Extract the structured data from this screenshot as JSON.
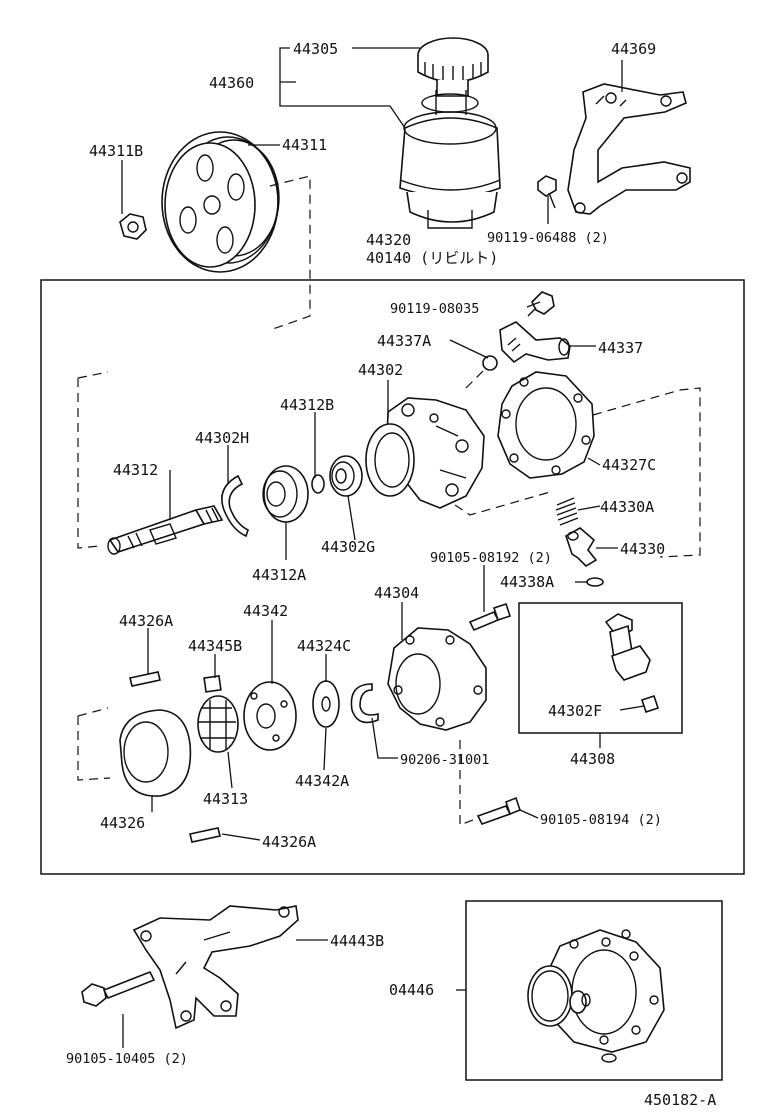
{
  "labels": {
    "p44305": "44305",
    "p44360": "44360",
    "p44369": "44369",
    "p44311B": "44311B",
    "p44311": "44311",
    "p90119_06488": "90119-06488 (2)",
    "p44320": "44320",
    "p40140": "40140 (リビルト)",
    "p90119_08035": "90119-08035",
    "p44337A": "44337A",
    "p44337": "44337",
    "p44302": "44302",
    "p44312B": "44312B",
    "p44302H": "44302H",
    "p44327C": "44327C",
    "p44312": "44312",
    "p44330A": "44330A",
    "p44302G": "44302G",
    "p44330": "44330",
    "p44312A": "44312A",
    "p90105_08192": "90105-08192 (2)",
    "p44338A": "44338A",
    "p44304": "44304",
    "p44326A_top": "44326A",
    "p44342": "44342",
    "p44345B": "44345B",
    "p44324C": "44324C",
    "p44302F": "44302F",
    "p44308": "44308",
    "p90206_31001": "90206-31001",
    "p44342A": "44342A",
    "p44313": "44313",
    "p44326": "44326",
    "p90105_08194": "90105-08194 (2)",
    "p44326A_bot": "44326A",
    "p44443B": "44443B",
    "p04446": "04446",
    "p90105_10405": "90105-10405 (2)",
    "figure_id": "450182-A"
  }
}
